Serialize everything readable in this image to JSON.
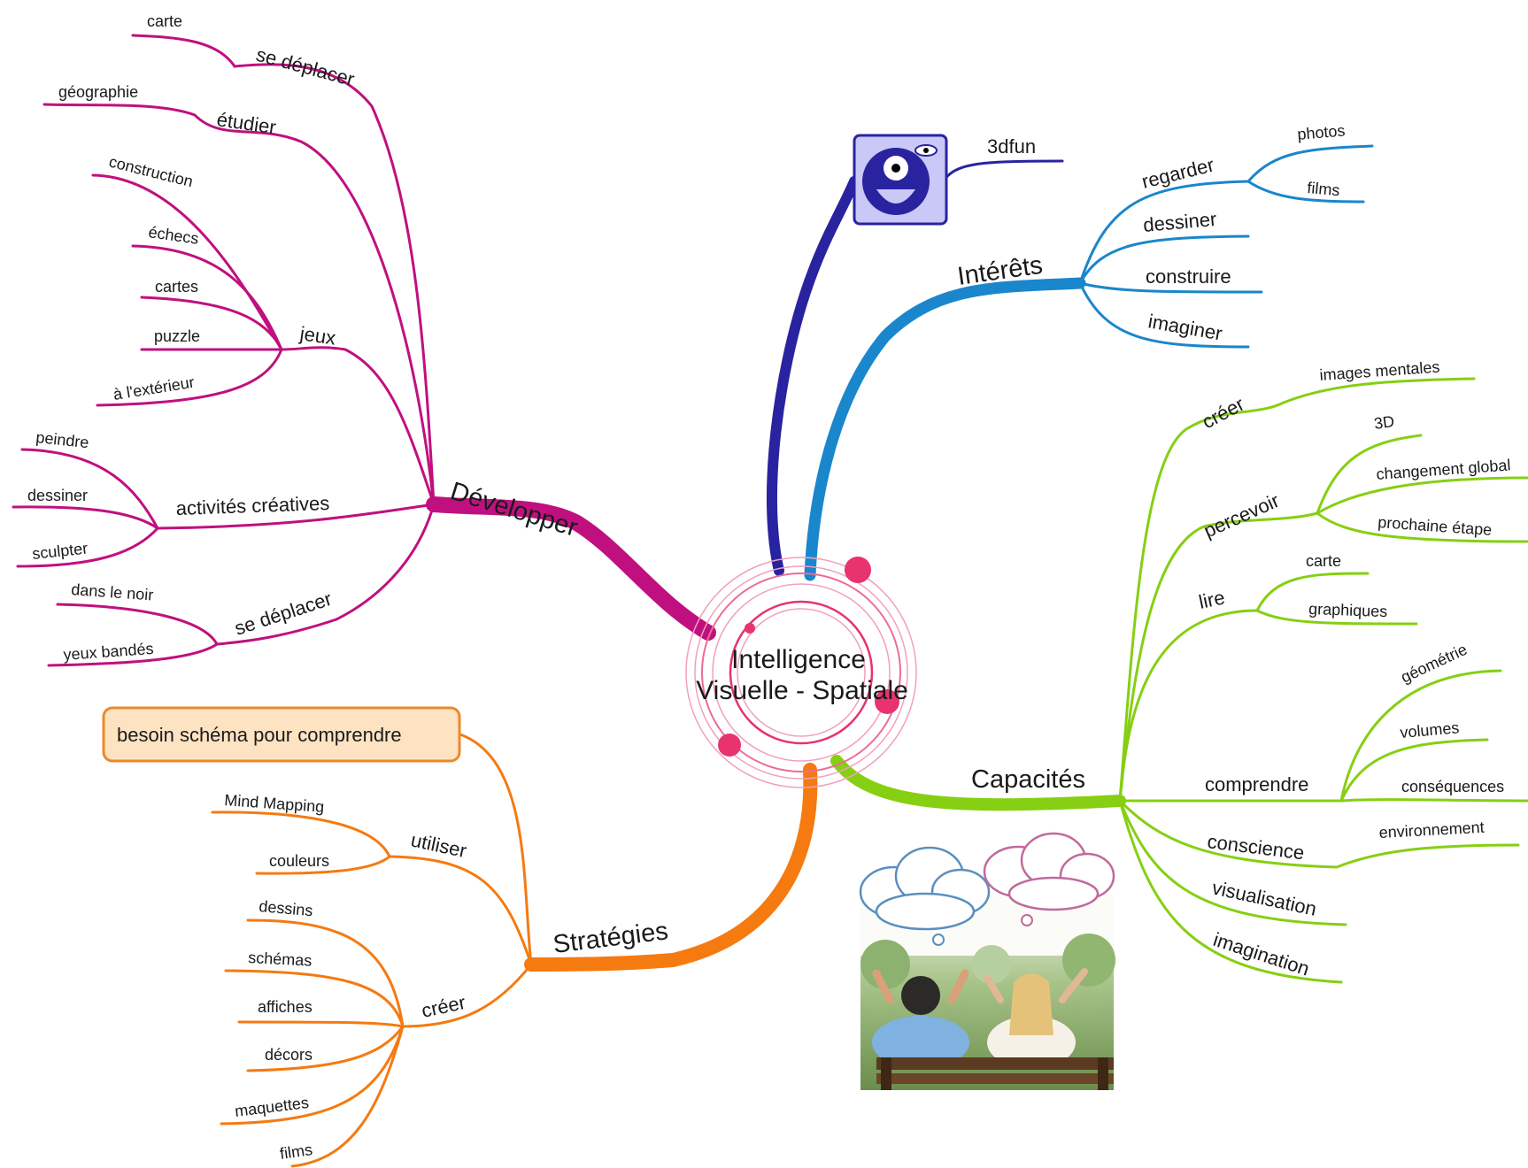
{
  "center": {
    "line1": "Intelligence",
    "line2": "Visuelle - Spatiale"
  },
  "colors": {
    "developper": "#c0107f",
    "strategies": "#f57a10",
    "interets": "#1a86cc",
    "capacites": "#86cf13",
    "funlink": "#2a23a0",
    "center_ring": "#e8336e",
    "note_fill": "#fde3c2",
    "note_border": "#e98a2c"
  },
  "icons": {
    "center": "concentric-circles-icon",
    "fun": "cyclops-smiley-icon",
    "photo": "couple-on-bench-daydreaming-picture"
  },
  "main": {
    "developper": "Développer",
    "strategies": "Stratégies",
    "interets": "Intérêts",
    "capacites": "Capacités",
    "fun": "3dfun"
  },
  "developper": {
    "se_deplacer_top": "se déplacer",
    "carte": "carte",
    "etudier": "étudier",
    "geographie": "géographie",
    "jeux": "jeux",
    "jeux_items": [
      "construction",
      "échecs",
      "cartes",
      "puzzle",
      "à l'extérieur"
    ],
    "activites": "activités créatives",
    "activites_items": [
      "peindre",
      "dessiner",
      "sculpter"
    ],
    "se_deplacer_bottom": "se déplacer",
    "se_deplacer_items": [
      "dans le noir",
      "yeux bandés"
    ]
  },
  "strategies": {
    "note": "besoin schéma pour comprendre",
    "utiliser": "utiliser",
    "utiliser_items": [
      "Mind Mapping",
      "couleurs"
    ],
    "creer": "créer",
    "creer_items": [
      "dessins",
      "schémas",
      "affiches",
      "décors",
      "maquettes",
      "films"
    ]
  },
  "interets": {
    "regarder": "regarder",
    "regarder_items": [
      "photos",
      "films"
    ],
    "others": [
      "dessiner",
      "construire",
      "imaginer"
    ]
  },
  "capacites": {
    "creer": "créer",
    "images_mentales": "images mentales",
    "percevoir": "percevoir",
    "percevoir_items": [
      "3D",
      "changement global",
      "prochaine étape"
    ],
    "lire": "lire",
    "lire_items": [
      "carte",
      "graphiques"
    ],
    "comprendre": "comprendre",
    "comprendre_items": [
      "géométrie",
      "volumes",
      "conséquences"
    ],
    "conscience": "conscience",
    "environnement": "environnement",
    "visualisation": "visualisation",
    "imagination": "imagination"
  }
}
